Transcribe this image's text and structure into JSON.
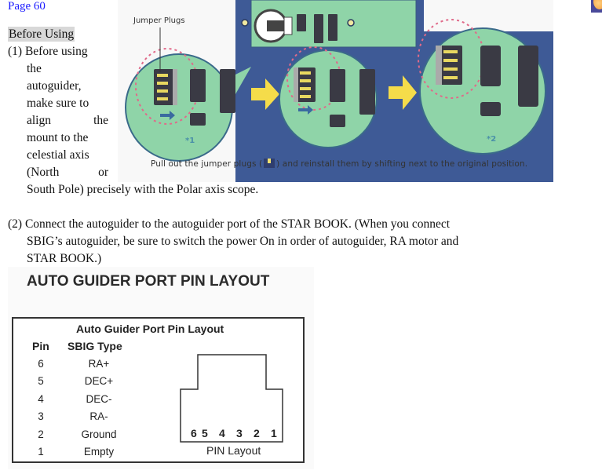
{
  "page_link": "Page 60",
  "section": {
    "heading": "Before Using"
  },
  "step1": {
    "lines": [
      "(1) Before using",
      "the",
      "autoguider,",
      "make sure to",
      [
        "align",
        "the"
      ],
      "mount to the",
      "celestial axis",
      [
        "(North",
        "or"
      ],
      "South Pole) precisely with the Polar axis scope."
    ]
  },
  "figure": {
    "jumper_label": "Jumper Plugs",
    "marker_1": "*1",
    "marker_2": "*2",
    "caption_before": "Pull out the jumper plugs (",
    "caption_after": ") and reinstall them by shifting next to the original position.",
    "colors": {
      "board_blue": "#3e5a96",
      "board_green": "#8fd4a8",
      "arrow_yellow": "#f5dc4a",
      "header_dark": "#3a3a44",
      "dashed_pink": "#e06a8a"
    }
  },
  "step2": {
    "lines": [
      "(2) Connect the autoguider to the autoguider port of the STAR BOOK.   (When you connect",
      "SBIG’s autoguider, be sure to switch the power On in order of autoguider, RA motor and",
      "STAR BOOK.)"
    ]
  },
  "pin_layout": {
    "heading": "AUTO GUIDER PORT PIN LAYOUT",
    "table_title": "Auto Guider Port Pin Layout",
    "col_pin": "Pin",
    "col_type": "SBIG Type",
    "rows": [
      {
        "pin": "6",
        "type": "RA+"
      },
      {
        "pin": "5",
        "type": "DEC+"
      },
      {
        "pin": "4",
        "type": "DEC-"
      },
      {
        "pin": "3",
        "type": "RA-"
      },
      {
        "pin": "2",
        "type": "Ground"
      },
      {
        "pin": "1",
        "type": "Empty"
      }
    ],
    "connector_pins": [
      "6",
      "5",
      "4",
      "3",
      "2",
      "1"
    ],
    "connector_label": "PIN Layout"
  }
}
